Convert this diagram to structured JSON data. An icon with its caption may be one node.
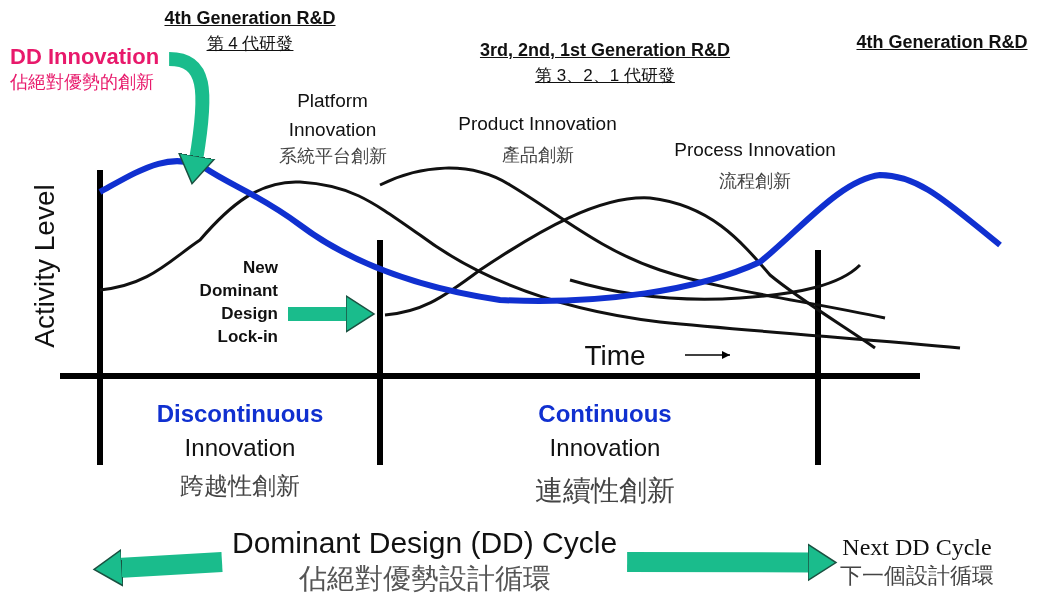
{
  "diagram": {
    "nodes": [
      {
        "text": [
          "DD Innovation",
          "佔絕對優勢的創新"
        ]
      },
      {
        "text": [
          "New Dominant Design Lock-in"
        ]
      },
      {
        "text": [
          "Dominant Design (DD) Cycle",
          "佔絕對優勢設計循環"
        ]
      },
      {
        "text": [
          "Next DD Cycle",
          "下一個設計循環"
        ]
      }
    ],
    "edges": [
      {
        "from": 0,
        "to": null,
        "arrow": "to"
      },
      {
        "from": 1,
        "to": null,
        "arrow": "to"
      },
      {
        "from": 2,
        "to": null,
        "arrow": "to"
      },
      {
        "from": 2,
        "to": 3,
        "arrow": "to"
      }
    ],
    "labels": [
      "4th Generation R&D",
      "第 4 代研發",
      "3rd, 2nd, 1st Generation R&D",
      "第 3、2、1 代研發",
      "4th Generation R&D",
      "Platform Innovation",
      "系統平台創新",
      "Product Innovation",
      "產品創新",
      "Process Innovation",
      "流程創新",
      "Activity Level",
      "Time",
      "Discontinuous",
      "Innovation",
      "跨越性創新",
      "Continuous",
      "Innovation",
      "連續性創新"
    ]
  }
}
